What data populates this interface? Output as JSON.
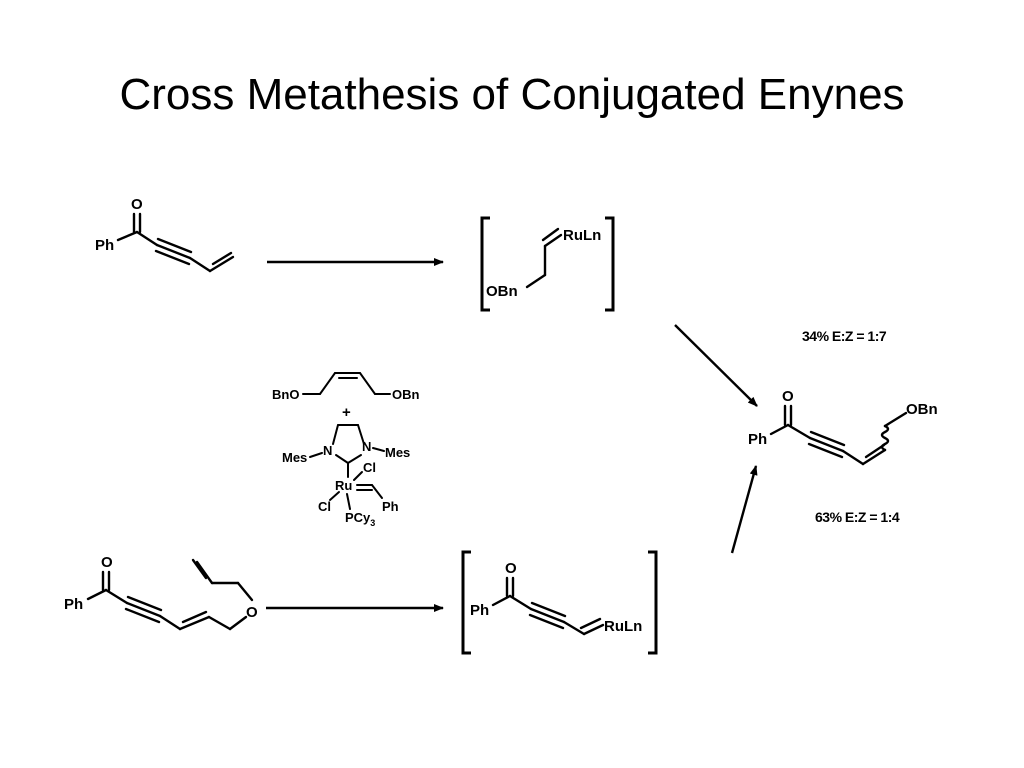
{
  "title": "Cross Metathesis of Conjugated Enynes",
  "labels": {
    "ph": "Ph",
    "o": "O",
    "obn": "OBn",
    "bno": "BnO",
    "ruln": "RuLn",
    "plus": "+",
    "mes": "Mes",
    "n": "N",
    "cl": "Cl",
    "ru": "Ru",
    "pcy": "PCy",
    "pcy_sub": "3"
  },
  "yields": {
    "top": "34% E:Z = 1:7",
    "bottom": "63% E:Z = 1:4"
  }
}
